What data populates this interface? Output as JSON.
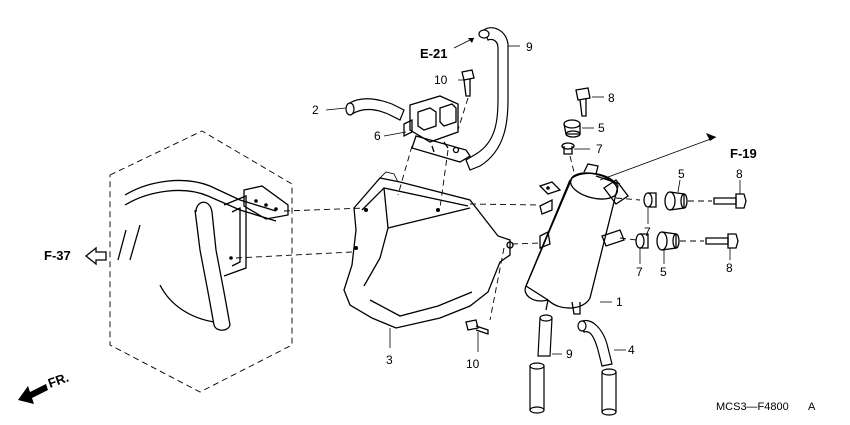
{
  "callouts": [
    {
      "id": "c-1",
      "text": "1"
    },
    {
      "id": "c-2",
      "text": "2"
    },
    {
      "id": "c-3",
      "text": "3"
    },
    {
      "id": "c-4",
      "text": "4"
    },
    {
      "id": "c-5a",
      "text": "5"
    },
    {
      "id": "c-5b",
      "text": "5"
    },
    {
      "id": "c-5c",
      "text": "5"
    },
    {
      "id": "c-6",
      "text": "6"
    },
    {
      "id": "c-7a",
      "text": "7"
    },
    {
      "id": "c-7b",
      "text": "7"
    },
    {
      "id": "c-7c",
      "text": "7"
    },
    {
      "id": "c-8a",
      "text": "8"
    },
    {
      "id": "c-8b",
      "text": "8"
    },
    {
      "id": "c-8c",
      "text": "8"
    },
    {
      "id": "c-9a",
      "text": "9"
    },
    {
      "id": "c-9b",
      "text": "9"
    },
    {
      "id": "c-10a",
      "text": "10"
    },
    {
      "id": "c-10b",
      "text": "10"
    }
  ],
  "references": {
    "e21": "E-21",
    "f19": "F-19",
    "f37": "F-37"
  },
  "direction_label": "FR.",
  "diagram_code": "MCS3—F4800",
  "diagram_code_suffix": "A"
}
